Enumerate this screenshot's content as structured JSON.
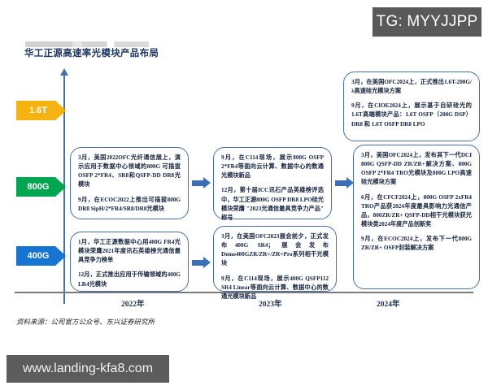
{
  "overlays": {
    "tg_badge": "TG: MYYJJPP",
    "watermark": "www.landing-kfa8.com"
  },
  "figure": {
    "title": "华工正源高速率光模块产品布局",
    "source_note": "资料来源：公司官方公众号、东兴证券研究所",
    "axis": {
      "years": [
        "2022年",
        "2023年",
        "2024年"
      ],
      "tiers": [
        {
          "label": "1.6T",
          "color": "#f5b312"
        },
        {
          "label": "800G",
          "color": "#00a650"
        },
        {
          "label": "400G",
          "color": "#1675d1"
        }
      ]
    },
    "boxes": {
      "tier16t_2024": {
        "paragraphs": [
          "3月，在美国OFC2024上，正式推出1.6T-200G/λ高速硅光模块方案",
          "9月，在CIOE2024上，展示基于自研硅光的1.6T高端模块产品：1.6T OSFP（200G DSP）DR8 和 1.6T OSFP DR8 LPO"
        ]
      },
      "tier800_2022": {
        "paragraphs": [
          "3月，美国2022OFC光纤通信展上，演示应用于数据中心领域的800G 可插拔OSFP 2*FR4、SR8和QSFP-DD DR8光模块",
          "9月，在ECOC2022上推出可插拔800G DR8 SipH/2*FR4/SR8/DR8光模块"
        ]
      },
      "tier800_2023": {
        "paragraphs": [
          "9月，在C114现场，展示800G OSFP 2*FR4等面向云计算、数据中心的数通光模块新品",
          "12月，第十届ICC讯石产品英雄榜评选中，华工正源800G OSFP DR8 LPO硅光模块荣膺 \"2023光通信最具竞争力产品\" 称号"
        ]
      },
      "tier800_2024": {
        "paragraphs": [
          "3月，美国OFC2024上，发布其下一代DCI 800G QSFP-DD ZR/ZR+解决方案、800G OSFP 2*FR4 TRO光模块及800G LPO高速硅光模块方案",
          "6月，在CFCF2024上，800G OSFP 2xFR4 TRO产品获2024年度最具影响力光通信产品，800ZR/ZR+ QSFP-DD相干光模块获光模块类2024年度产品创新奖",
          "9月，在ECOC2024上，发布下一代800G ZR/ZR+ OSFP封装解决方案"
        ]
      },
      "tier400_2022": {
        "paragraphs": [
          "1月，华工正源数据中心用400G FR4光模块荣膺2021年度讯石英雄榜光通信最具竞争力榜单",
          "12月，正式推出应用于传输领域的400G LR4光模块"
        ]
      },
      "tier400_2023": {
        "paragraphs": [
          "3月，在美国OFC2023展会前夕，正式发布400G SR4；展会发布Demo400GZR/ZR+/ZR+Pro系列相干光模块",
          "9月，在C114现场，展示400G QSFP112 SR4 Linear等面向云计算、数据中心的数通光模块新品"
        ]
      }
    }
  }
}
